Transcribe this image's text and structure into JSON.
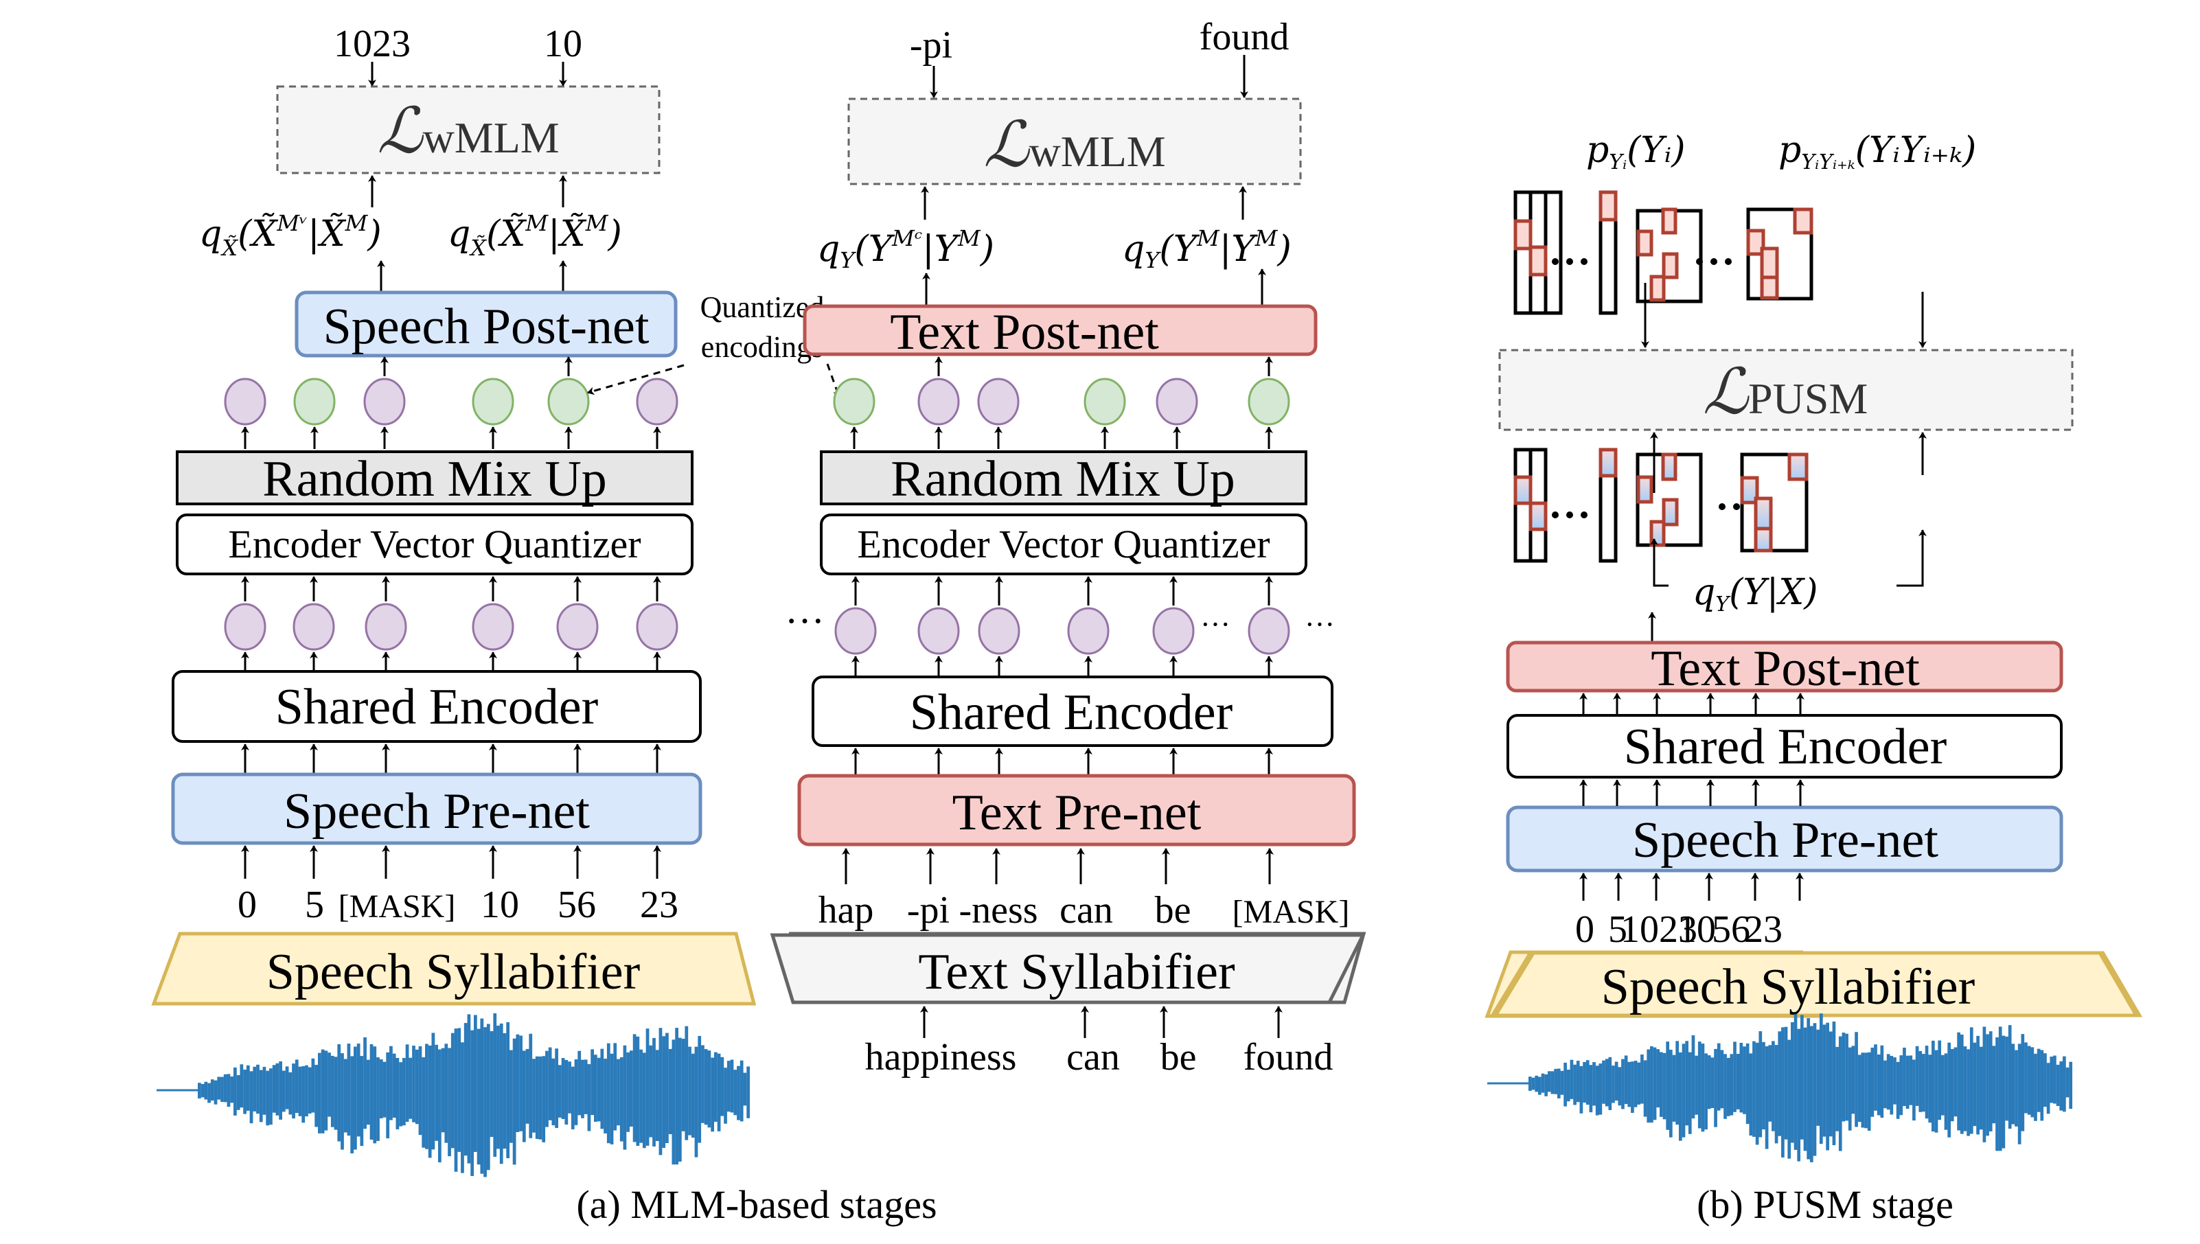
{
  "figure": {
    "captions": {
      "a": "(a) MLM-based stages",
      "b": "(b) PUSM stage"
    },
    "colors": {
      "speech_block_fill": "#dae8fc",
      "speech_block_stroke": "#6c8ebf",
      "text_block_fill": "#f8cecc",
      "text_block_stroke": "#b85450",
      "syllabifier_speech_fill": "#fff2cc",
      "syllabifier_speech_stroke": "#d6b656",
      "syllabifier_text_fill": "#f5f5f5",
      "mixup_fill": "#e6e6e6",
      "loss_fill": "#f5f5f5",
      "continuous_node_fill": "#e1d5e7",
      "quantized_node_fill": "#d5e8d4",
      "waveform": "#2b7bba"
    }
  },
  "speech_mlm": {
    "targets": [
      "1023",
      "10"
    ],
    "loss": {
      "symbol": "ℒ",
      "subscript": "wMLM"
    },
    "outputs": [
      "q_X̃(X̃^{M^v} | X̃^M)",
      "q_X̃(X̃^M | X̃^M)"
    ],
    "output_parts": [
      {
        "q": "q",
        "qsub": "X̃",
        "arg": "(X̃",
        "sup": "Mᵛ",
        "mid": "|X̃",
        "sup2": "M",
        "end": ")"
      },
      {
        "q": "q",
        "qsub": "X̃",
        "arg": "(X̃",
        "sup": "M",
        "mid": "|X̃",
        "sup2": "M",
        "end": ")"
      }
    ],
    "postnet": "Speech Post-net",
    "mixup_nodes": [
      "continuous",
      "quantized",
      "continuous",
      "quantized",
      "quantized",
      "continuous"
    ],
    "mixup": "Random Mix Up",
    "quantizer": "Encoder Vector Quantizer",
    "encoder": "Shared Encoder",
    "prenet": "Speech Pre-net",
    "tokens": [
      "0",
      "5",
      "[MASK]",
      "10",
      "56",
      "23"
    ],
    "syllabifier": "Speech Syllabifier"
  },
  "annotation": {
    "line1": "Quantized",
    "line2": "encodings"
  },
  "text_mlm": {
    "targets": [
      "-pi",
      "found"
    ],
    "loss": {
      "symbol": "ℒ",
      "subscript": "wMLM"
    },
    "output_parts": [
      {
        "q": "q",
        "qsub": "Y",
        "arg": "(Y",
        "sup": "Mᶜ",
        "mid": "|Y",
        "sup2": "M",
        "end": ")"
      },
      {
        "q": "q",
        "qsub": "Y",
        "arg": "(Y",
        "sup": "M",
        "mid": "|Y",
        "sup2": "M",
        "end": ")"
      }
    ],
    "postnet": "Text Post-net",
    "mixup_nodes": [
      "quantized",
      "continuous",
      "continuous",
      "quantized",
      "continuous",
      "quantized"
    ],
    "mixup": "Random Mix Up",
    "quantizer": "Encoder Vector Quantizer",
    "ellipsis": "···",
    "encoder": "Shared Encoder",
    "prenet": "Text Pre-net",
    "tokens": [
      "hap",
      "-pi",
      "-ness",
      "can",
      "be",
      "[MASK]"
    ],
    "syllabifier": "Text Syllabifier",
    "words": [
      "happiness",
      "can",
      "be",
      "found"
    ]
  },
  "pusm": {
    "prior_labels": {
      "unigram": {
        "p": "p",
        "sub": "Yᵢ",
        "arg": "(Yᵢ)"
      },
      "bigram": {
        "p": "p",
        "sub": "YᵢYᵢ₊ₖ",
        "arg": "(YᵢYᵢ₊ₖ)"
      }
    },
    "loss": {
      "symbol": "ℒ",
      "subscript": "PUSM"
    },
    "posterior_label": {
      "q": "q",
      "sub": "Y",
      "arg": "(Y|X)"
    },
    "postnet": "Text Post-net",
    "encoder": "Shared Encoder",
    "prenet": "Speech Pre-net",
    "tokens": [
      "0",
      "5",
      "1023",
      "10",
      "56",
      "23"
    ],
    "syllabifier": "Speech Syllabifier"
  }
}
